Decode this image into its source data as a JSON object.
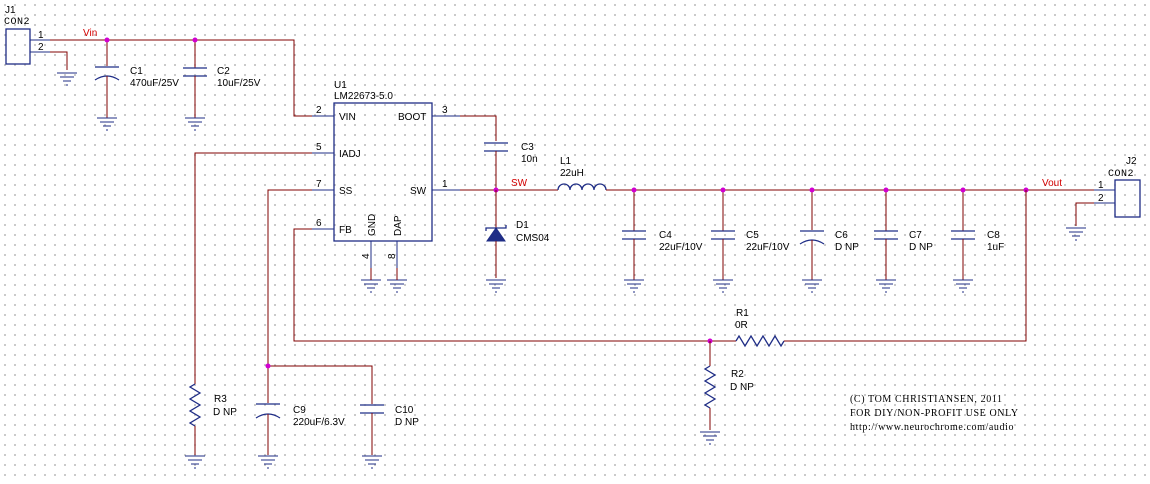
{
  "connectors": {
    "j1": {
      "ref": "J1",
      "value": "CON2",
      "pin1": "1",
      "pin2": "2"
    },
    "j2": {
      "ref": "J2",
      "value": "CON2",
      "pin1": "1",
      "pin2": "2"
    }
  },
  "nets": {
    "vin": "Vin",
    "sw": "SW",
    "vout": "Vout"
  },
  "ic": {
    "ref": "U1",
    "part": "LM22673-5.0",
    "pins": [
      {
        "num": "2",
        "name": "VIN"
      },
      {
        "num": "5",
        "name": "IADJ"
      },
      {
        "num": "7",
        "name": "SS"
      },
      {
        "num": "6",
        "name": "FB"
      },
      {
        "num": "3",
        "name": "BOOT"
      },
      {
        "num": "1",
        "name": "SW"
      },
      {
        "num": "4",
        "name": "GND"
      },
      {
        "num": "8",
        "name": "DAP"
      }
    ]
  },
  "components": {
    "c1": {
      "ref": "C1",
      "value": "470uF/25V"
    },
    "c2": {
      "ref": "C2",
      "value": "10uF/25V"
    },
    "c3": {
      "ref": "C3",
      "value": "10n"
    },
    "d1": {
      "ref": "D1",
      "value": "CMS04"
    },
    "l1": {
      "ref": "L1",
      "value": "22uH"
    },
    "c4": {
      "ref": "C4",
      "value": "22uF/10V"
    },
    "c5": {
      "ref": "C5",
      "value": "22uF/10V"
    },
    "c6": {
      "ref": "C6",
      "value": "D NP"
    },
    "c7": {
      "ref": "C7",
      "value": "D NP"
    },
    "c8": {
      "ref": "C8",
      "value": "1uF"
    },
    "r1": {
      "ref": "R1",
      "value": "0R"
    },
    "r2": {
      "ref": "R2",
      "value": "D NP"
    },
    "r3": {
      "ref": "R3",
      "value": "D NP"
    },
    "c9": {
      "ref": "C9",
      "value": "220uF/6.3V"
    },
    "c10": {
      "ref": "C10",
      "value": "D NP"
    }
  },
  "credits": {
    "line1": "(C) TOM CHRISTIANSEN, 2011",
    "line2": "FOR DIY/NON-PROFIT USE ONLY",
    "line3": "http://www.neurochrome.com/audio"
  },
  "colors": {
    "wire": "#800000",
    "component": "#1f2d86",
    "net_label": "#d40000",
    "junction": "#d100d1"
  }
}
